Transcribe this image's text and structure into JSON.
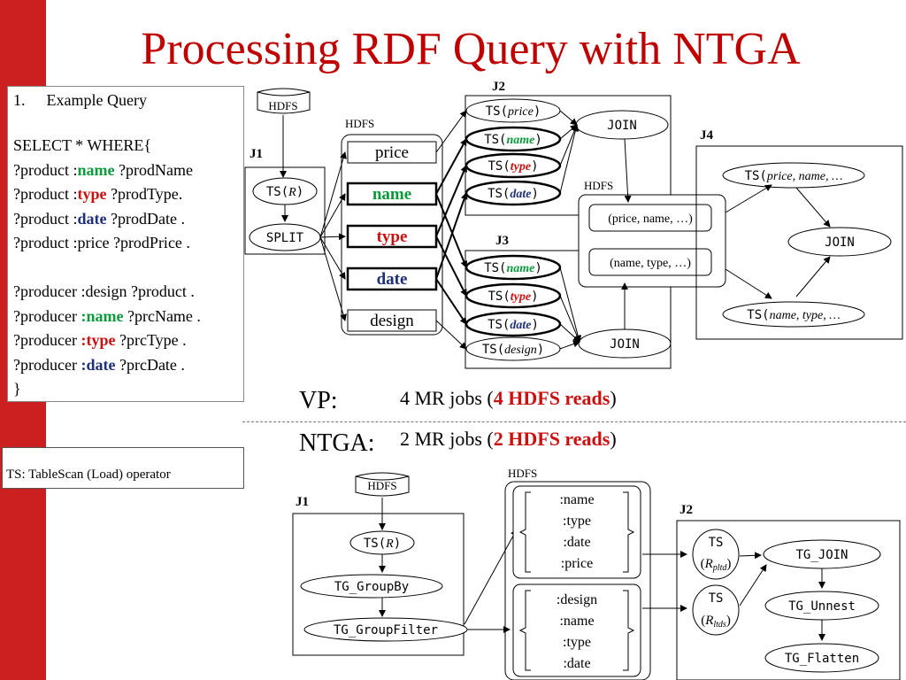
{
  "title": "Processing RDF Query with NTGA",
  "query": {
    "heading_num": "1.",
    "heading": "Example Query",
    "lines": [
      {
        "pre": "SELECT * WHERE{",
        "kw": "",
        "post": "",
        "color": ""
      },
      {
        "pre": "?product :",
        "kw": "name",
        "post": " ?prodName",
        "color": "g"
      },
      {
        "pre": "?product :",
        "kw": "type",
        "post": " ?prodType.",
        "color": "r"
      },
      {
        "pre": "?product :",
        "kw": "date",
        "post": " ?prodDate .",
        "color": "b"
      },
      {
        "pre": "?product :price ?prodPrice .",
        "kw": "",
        "post": "",
        "color": ""
      },
      {
        "pre": "",
        "kw": "",
        "post": "",
        "color": ""
      },
      {
        "pre": "?producer :design ?product .",
        "kw": "",
        "post": "",
        "color": ""
      },
      {
        "pre": "?producer ",
        "kw": ":name",
        "post": " ?prcName .",
        "color": "g"
      },
      {
        "pre": "?producer ",
        "kw": ":type",
        "post": " ?prcType .",
        "color": "r"
      },
      {
        "pre": "?producer ",
        "kw": ":date",
        "post": " ?prcDate .",
        "color": "b"
      },
      {
        "pre": "}",
        "kw": "",
        "post": "",
        "color": ""
      }
    ]
  },
  "ts_note": "TS: TableScan (Load) operator",
  "vp": {
    "label": "VP:",
    "jobs_pre": "4 MR jobs (",
    "jobs_hl": "4 HDFS reads",
    "jobs_post": ")"
  },
  "ntga": {
    "label": "NTGA:",
    "jobs_pre": "2 MR jobs (",
    "jobs_hl": "2 HDFS reads",
    "jobs_post": ")"
  },
  "labels": {
    "hdfs": "HDFS",
    "j1": "J1",
    "j2": "J2",
    "j3": "J3",
    "j4": "J4",
    "ts_r": "TS(",
    "r": "R",
    "close": ")",
    "split": "SPLIT",
    "join": "JOIN",
    "ts": "TS",
    "tg_groupby": "TG_GroupBy",
    "tg_groupfilter": "TG_GroupFilter",
    "tg_join": "TG_JOIN",
    "tg_unnest": "TG_Unnest",
    "tg_flatten": "TG_Flatten",
    "r_pltd": "R",
    "sub_pltd": "pltd",
    "r_ltds": "R",
    "sub_ltds": "ltds"
  },
  "vp_partitions": [
    "price",
    "name",
    "type",
    "date",
    "design"
  ],
  "j2_ts": [
    "price",
    "name",
    "type",
    "date"
  ],
  "j3_ts": [
    "name",
    "type",
    "date",
    "design"
  ],
  "intermediate": [
    "(price, name, …)",
    "(name, type, …)"
  ],
  "j4_ts": [
    "price, name, …",
    "name, type, …"
  ],
  "ntga_group1": [
    ":name",
    ":type",
    ":date",
    ":price"
  ],
  "ntga_group2": [
    ":design",
    ":name",
    ":type",
    ":date"
  ],
  "colors": {
    "red": "#cc1010",
    "green": "#0a9a3a",
    "blue": "#1d2f7a",
    "accent": "#cc1f1f"
  }
}
